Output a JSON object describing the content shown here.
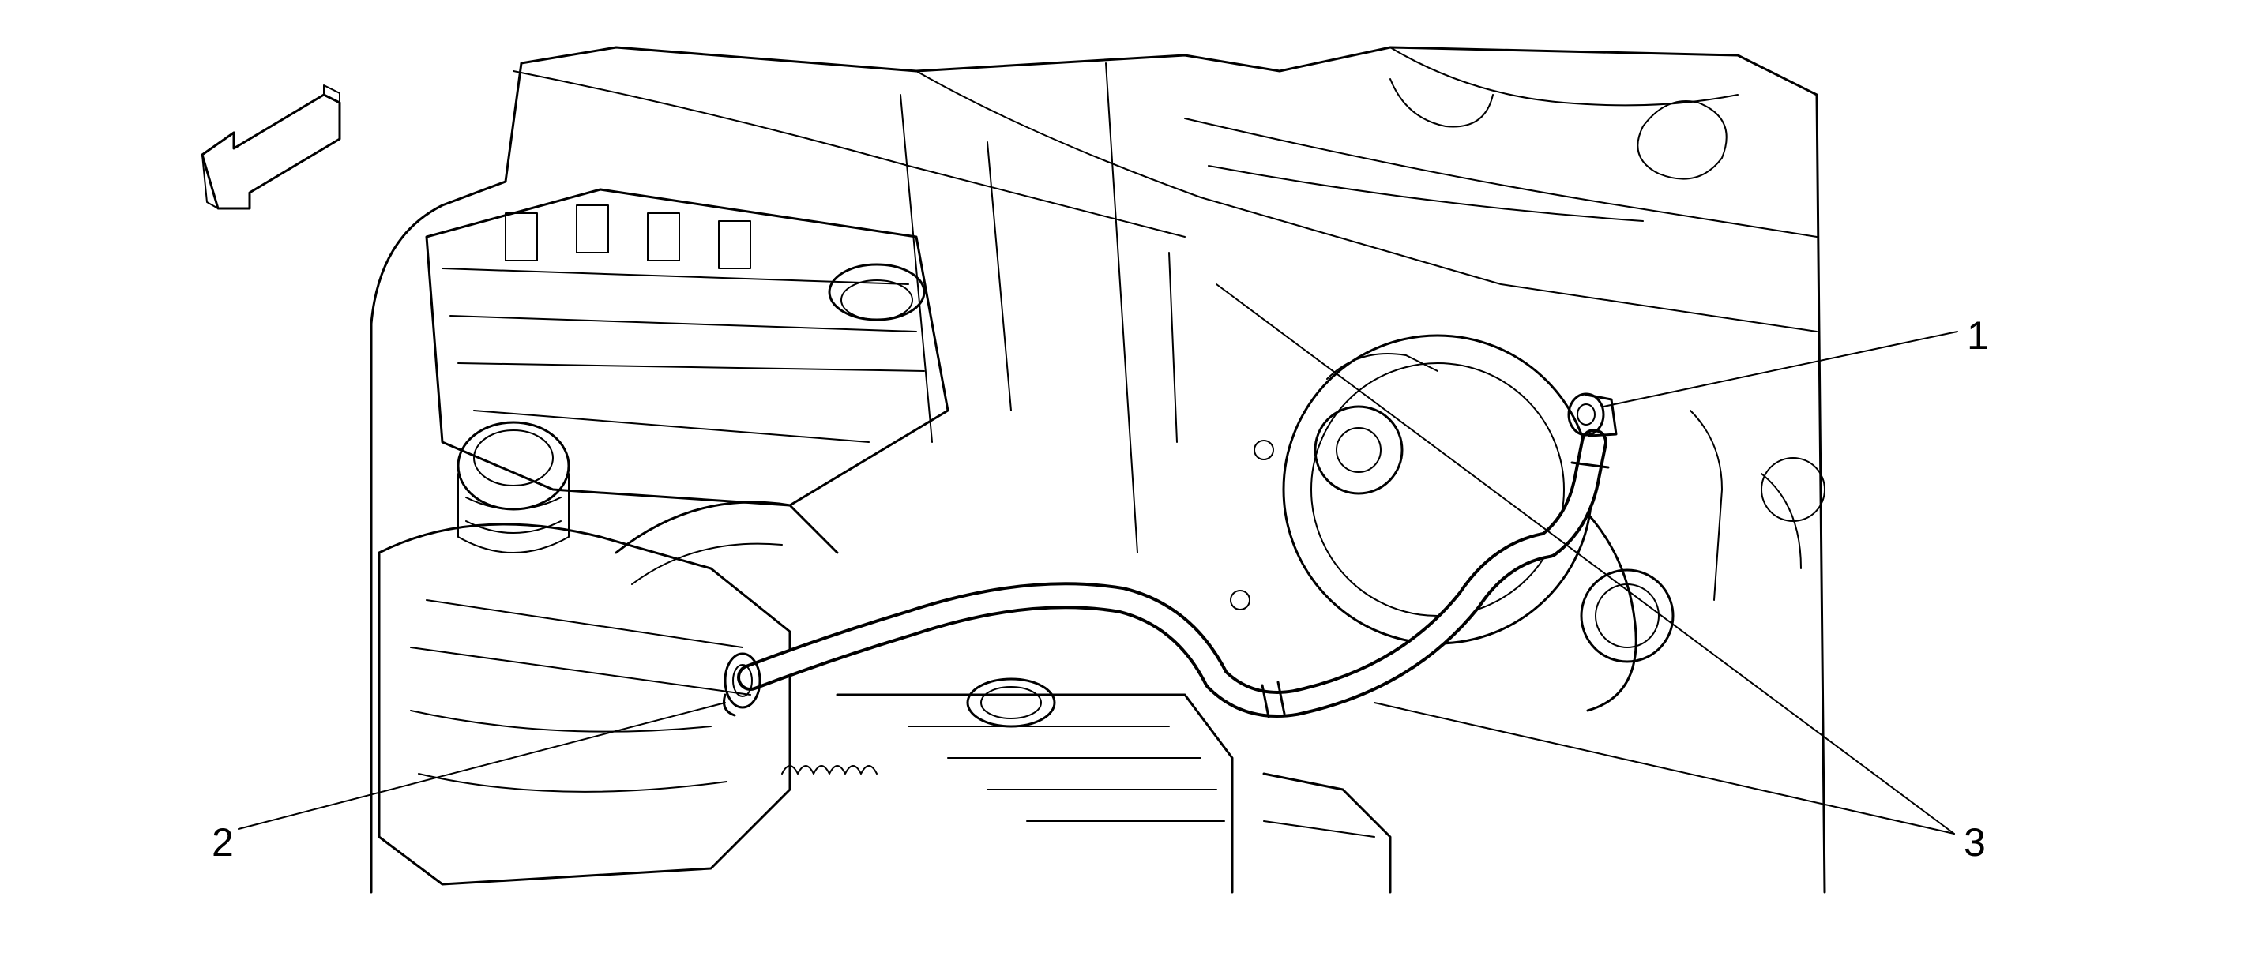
{
  "callouts": [
    {
      "id": "1",
      "label": "1",
      "part": "hose-fitting-at-booster"
    },
    {
      "id": "2",
      "label": "2",
      "part": "hose-clamp-at-engine"
    },
    {
      "id": "3",
      "label": "3",
      "part": "vacuum-hose"
    }
  ],
  "icons": {
    "direction_arrow": "front-direction-arrow-icon"
  },
  "colors": {
    "line": "#000000",
    "background": "#ffffff"
  }
}
